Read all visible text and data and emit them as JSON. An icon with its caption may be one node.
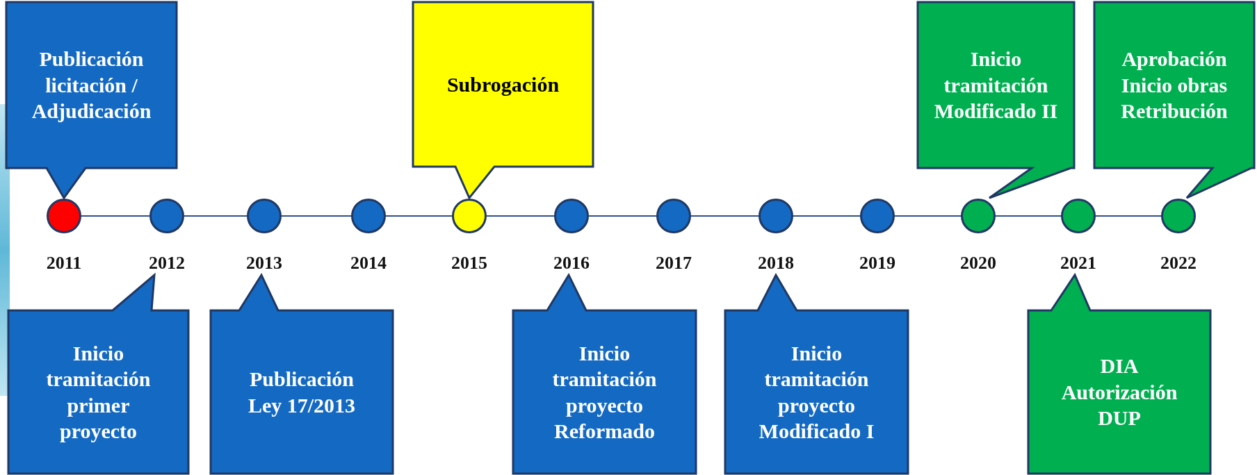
{
  "diagram": {
    "nodes": [
      {
        "text": [
          "Publicación licitación / Adjudicación"
        ]
      },
      {
        "text": [
          "Subrogación"
        ]
      },
      {
        "text": [
          "Inicio tramitación Modificado II"
        ]
      },
      {
        "text": [
          "Aprobación Inicio obras Retribución"
        ]
      },
      {
        "text": [],
        "shape": "circle"
      },
      {
        "text": [],
        "shape": "circle"
      },
      {
        "text": [],
        "shape": "circle"
      },
      {
        "text": [],
        "shape": "circle"
      },
      {
        "text": [],
        "shape": "circle"
      },
      {
        "text": [],
        "shape": "circle"
      },
      {
        "text": [],
        "shape": "circle"
      },
      {
        "text": [],
        "shape": "circle"
      },
      {
        "text": [],
        "shape": "circle"
      },
      {
        "text": [],
        "shape": "circle"
      },
      {
        "text": [],
        "shape": "circle"
      },
      {
        "text": [],
        "shape": "circle"
      },
      {
        "text": [
          "Inicio tramitación primer proyecto"
        ]
      },
      {
        "text": [
          "Publicación Ley 17/2013"
        ]
      },
      {
        "text": [
          "Inicio tramitación proyecto Reformado"
        ]
      },
      {
        "text": [
          "Inicio tramitación proyecto Modificado I"
        ]
      },
      {
        "text": [
          "DIA Autorización DUP"
        ]
      }
    ],
    "edges": [
      {
        "from": 4,
        "to": 5,
        "arrow": "none"
      },
      {
        "from": 5,
        "to": 6,
        "arrow": "none"
      },
      {
        "from": 6,
        "to": 7,
        "arrow": "none"
      },
      {
        "from": 7,
        "to": 8,
        "arrow": "none"
      },
      {
        "from": 8,
        "to": 9,
        "arrow": "none"
      },
      {
        "from": 9,
        "to": 10,
        "arrow": "none"
      },
      {
        "from": 10,
        "to": 11,
        "arrow": "none"
      },
      {
        "from": 11,
        "to": 12,
        "arrow": "none"
      },
      {
        "from": 12,
        "to": 13,
        "arrow": "none"
      },
      {
        "from": 13,
        "to": 14,
        "arrow": "none"
      },
      {
        "from": 14,
        "to": 15,
        "arrow": "none"
      }
    ],
    "labels": [
      "2011",
      "2012",
      "2013",
      "2014",
      "2015",
      "2016",
      "2017",
      "2018",
      "2019",
      "2020",
      "2021",
      "2022"
    ]
  }
}
